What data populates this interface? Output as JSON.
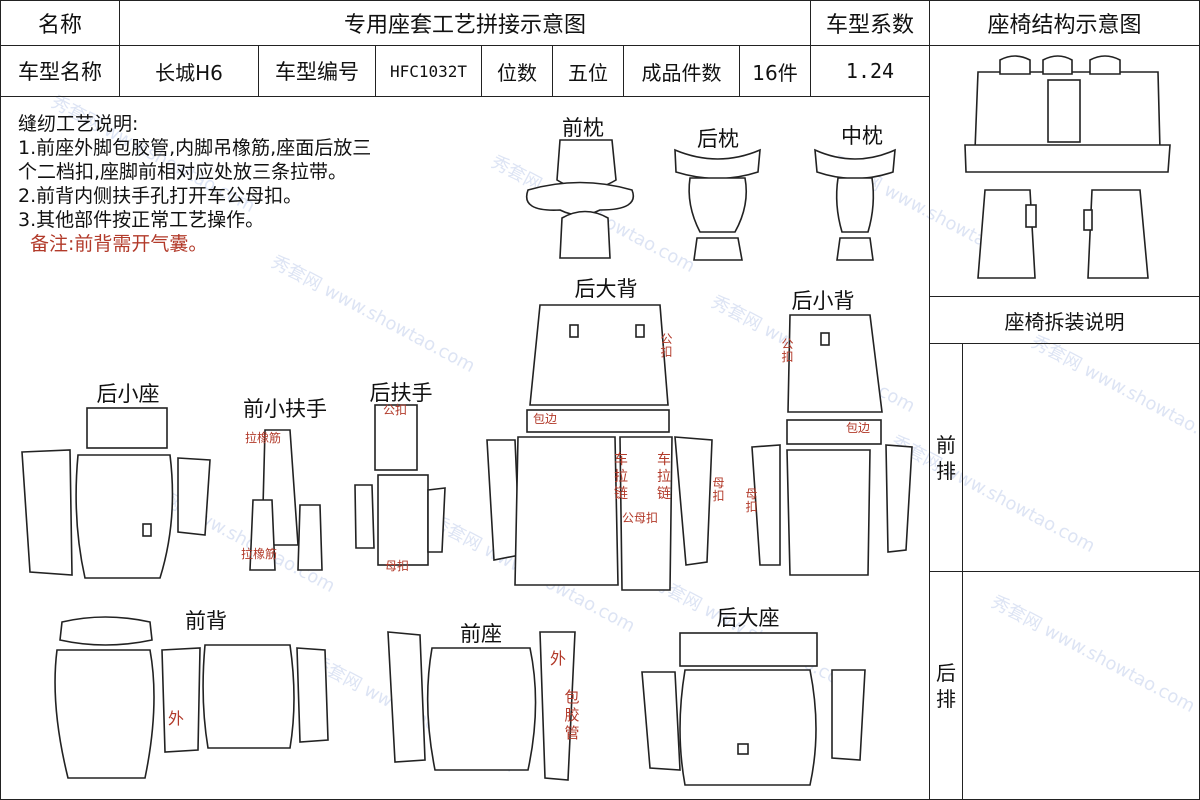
{
  "header": {
    "name_label": "名称",
    "title": "专用座套工艺拼接示意图",
    "coef_label": "车型系数",
    "structure_title": "座椅结构示意图",
    "model_name_label": "车型名称",
    "model_name": "长城H6",
    "model_code_label": "车型编号",
    "model_code": "HFC1032T",
    "seats_label": "位数",
    "seats": "五位",
    "pieces_label": "成品件数",
    "pieces": "16件",
    "coef_value": "1.24"
  },
  "notes": {
    "title": "缝纫工艺说明:",
    "line1a": "1.前座外脚包胶管,内脚吊橡筋,座面后放三",
    "line1b": "个二档扣,座脚前相对应处放三条拉带。",
    "line2": "2.前背内侧扶手孔打开车公母扣。",
    "line3": "3.其他部件按正常工艺操作。",
    "remark": "备注:前背需开气囊。"
  },
  "pieces": {
    "front_headrest": "前枕",
    "rear_headrest": "后枕",
    "middle_headrest": "中枕",
    "rear_big_back": "后大背",
    "rear_small_back": "后小背",
    "rear_small_seat": "后小座",
    "front_small_armrest": "前小扶手",
    "rear_armrest": "后扶手",
    "front_back": "前背",
    "front_seat": "前座",
    "rear_big_seat": "后大座"
  },
  "marks": {
    "male_button": "公扣",
    "female_button": "母扣",
    "elastic": "拉橡筋",
    "binding": "包边",
    "zipper": "车拉链",
    "male_female_button": "公母扣",
    "outer": "外",
    "tube": "包胶管"
  },
  "right_panel": {
    "disassembly_title": "座椅拆装说明",
    "front_row": "前排",
    "rear_row": "后排"
  },
  "watermark": {
    "cn": "秀套网",
    "url": "www.showtao.com"
  },
  "colors": {
    "mark_red": "#b23a2a",
    "watermark": "#cfd9f0"
  }
}
